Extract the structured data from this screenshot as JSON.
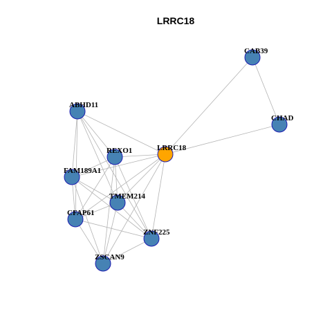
{
  "title": "LRRC18",
  "colors": {
    "node": "#4682b4",
    "highlight": "#ffa500",
    "edge": "#b3b3b3",
    "stroke": "#1c1cb0"
  },
  "nodes": [
    {
      "id": "LRRC18",
      "highlight": true
    },
    {
      "id": "CAB39"
    },
    {
      "id": "CHAD"
    },
    {
      "id": "ABHD11"
    },
    {
      "id": "REXO1"
    },
    {
      "id": "FAM189A1"
    },
    {
      "id": "TMEM214"
    },
    {
      "id": "CFAP61"
    },
    {
      "id": "ZNF225"
    },
    {
      "id": "ZSCAN9"
    }
  ],
  "edges": [
    [
      "CAB39",
      "CHAD"
    ],
    [
      "CAB39",
      "LRRC18"
    ],
    [
      "CHAD",
      "LRRC18"
    ],
    [
      "ABHD11",
      "LRRC18"
    ],
    [
      "ABHD11",
      "REXO1"
    ],
    [
      "ABHD11",
      "FAM189A1"
    ],
    [
      "ABHD11",
      "CFAP61"
    ],
    [
      "ABHD11",
      "TMEM214"
    ],
    [
      "ABHD11",
      "ZNF225"
    ],
    [
      "REXO1",
      "LRRC18"
    ],
    [
      "REXO1",
      "FAM189A1"
    ],
    [
      "REXO1",
      "TMEM214"
    ],
    [
      "REXO1",
      "CFAP61"
    ],
    [
      "REXO1",
      "ZNF225"
    ],
    [
      "REXO1",
      "ZSCAN9"
    ],
    [
      "FAM189A1",
      "LRRC18"
    ],
    [
      "FAM189A1",
      "TMEM214"
    ],
    [
      "FAM189A1",
      "CFAP61"
    ],
    [
      "FAM189A1",
      "ZNF225"
    ],
    [
      "FAM189A1",
      "ZSCAN9"
    ],
    [
      "TMEM214",
      "LRRC18"
    ],
    [
      "TMEM214",
      "CFAP61"
    ],
    [
      "TMEM214",
      "ZNF225"
    ],
    [
      "TMEM214",
      "ZSCAN9"
    ],
    [
      "CFAP61",
      "LRRC18"
    ],
    [
      "CFAP61",
      "ZNF225"
    ],
    [
      "CFAP61",
      "ZSCAN9"
    ],
    [
      "ZNF225",
      "LRRC18"
    ],
    [
      "ZNF225",
      "ZSCAN9"
    ],
    [
      "ZSCAN9",
      "LRRC18"
    ]
  ]
}
